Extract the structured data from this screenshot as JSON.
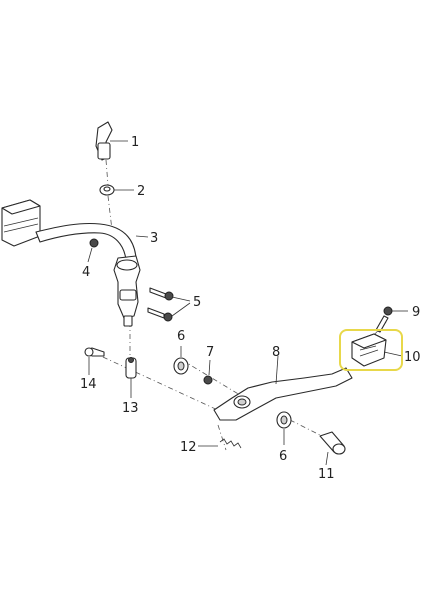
{
  "callouts": [
    {
      "id": "1",
      "label": "1"
    },
    {
      "id": "2",
      "label": "2"
    },
    {
      "id": "3",
      "label": "3"
    },
    {
      "id": "4",
      "label": "4"
    },
    {
      "id": "5",
      "label": "5"
    },
    {
      "id": "6a",
      "label": "6"
    },
    {
      "id": "7",
      "label": "7"
    },
    {
      "id": "8",
      "label": "8"
    },
    {
      "id": "9",
      "label": "9"
    },
    {
      "id": "10",
      "label": "10"
    },
    {
      "id": "6b",
      "label": "6"
    },
    {
      "id": "11",
      "label": "11"
    },
    {
      "id": "12",
      "label": "12"
    },
    {
      "id": "13",
      "label": "13"
    },
    {
      "id": "14",
      "label": "14"
    }
  ],
  "highlight_color": "#e8d84a"
}
